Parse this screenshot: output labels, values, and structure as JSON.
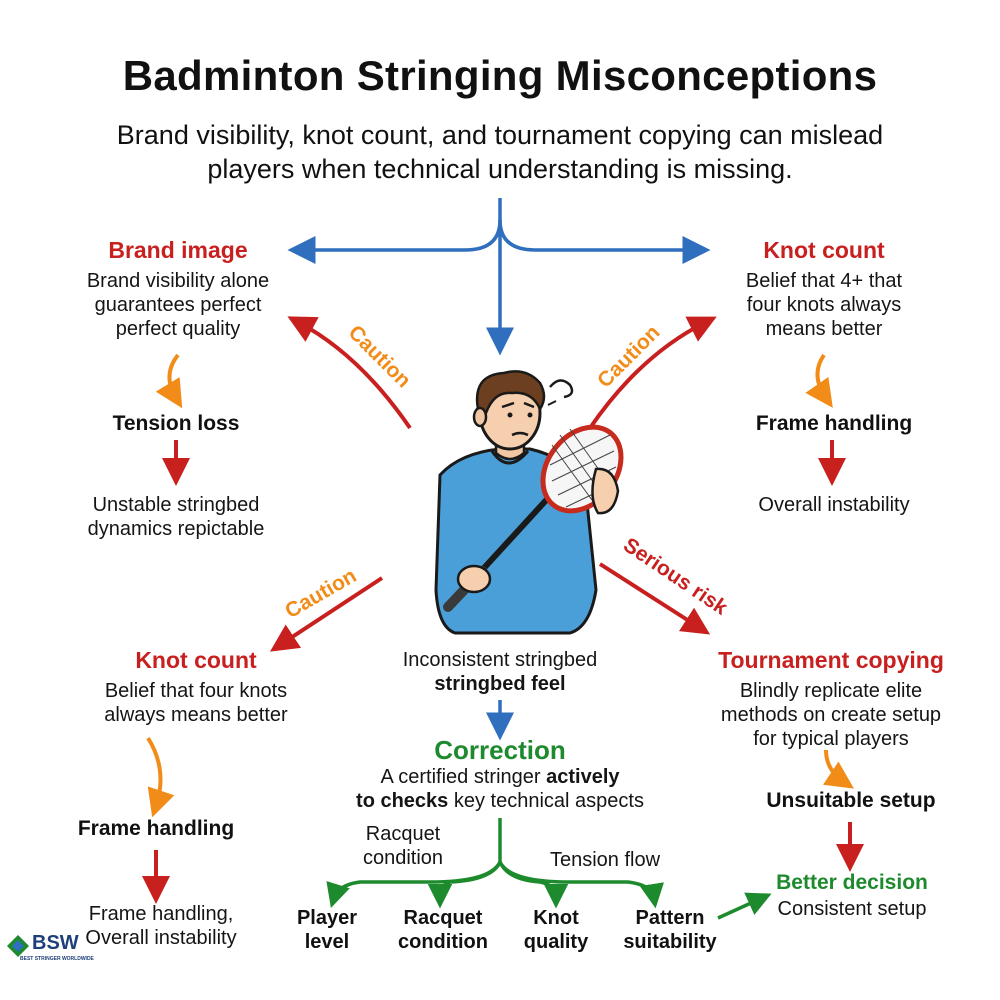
{
  "title": "Badminton Stringing Misconceptions",
  "subtitle": {
    "line1": "Brand visibility, knot count, and tournament copying can mislead",
    "line2": "players when technical understanding is missing."
  },
  "brand_image": {
    "heading": "Brand image",
    "desc": [
      "Brand visibility alone",
      "guarantees perfect",
      "perfect quality"
    ],
    "step1": "Tension loss",
    "step2": [
      "Unstable stringbed",
      "dynamics repictable"
    ]
  },
  "knot_count_right": {
    "heading": "Knot count",
    "desc": [
      "Belief that 4+ that",
      "four knots always",
      "means better"
    ],
    "step1": "Frame handling",
    "step2": "Overall instability"
  },
  "knot_count_left": {
    "heading": "Knot count",
    "desc": [
      "Belief that four knots",
      "always means better"
    ],
    "step1": "Frame handling",
    "step2": [
      "Frame handling,",
      "Overall instability"
    ]
  },
  "tournament": {
    "heading": "Tournament copying",
    "desc": [
      "Blindly replicate elite",
      "methods on create setup",
      "for typical players"
    ],
    "step1": "Unsuitable setup",
    "result_heading": "Better decision",
    "result_text": "Consistent setup"
  },
  "center": {
    "text_line1": "Inconsistent stringbed",
    "text_line2": "stringbed feel"
  },
  "correction": {
    "heading": "Correction",
    "line1_plain": "A certified stringer ",
    "line1_bold": "actively",
    "line2_bold": "to checks",
    "line2_plain": " key technical aspects",
    "branch_label_left": [
      "Racquet",
      "condition"
    ],
    "branch_label_right": "Tension flow",
    "checks": [
      [
        "Player",
        "level"
      ],
      [
        "Racquet",
        "condition"
      ],
      [
        "Knot",
        "quality"
      ],
      [
        "Pattern",
        "suitability"
      ]
    ]
  },
  "labels": {
    "caution_top_left": "Caution",
    "caution_top_right": "Caution",
    "caution_left": "Caution",
    "serious_risk": "Serious risk"
  },
  "logo": {
    "text": "BSW",
    "tagline": "BEST STRINGER WORLDWIDE"
  },
  "colors": {
    "blue": "#2f6fbd",
    "red": "#c8201f",
    "orange": "#f28c18",
    "green": "#1e8a2e"
  }
}
